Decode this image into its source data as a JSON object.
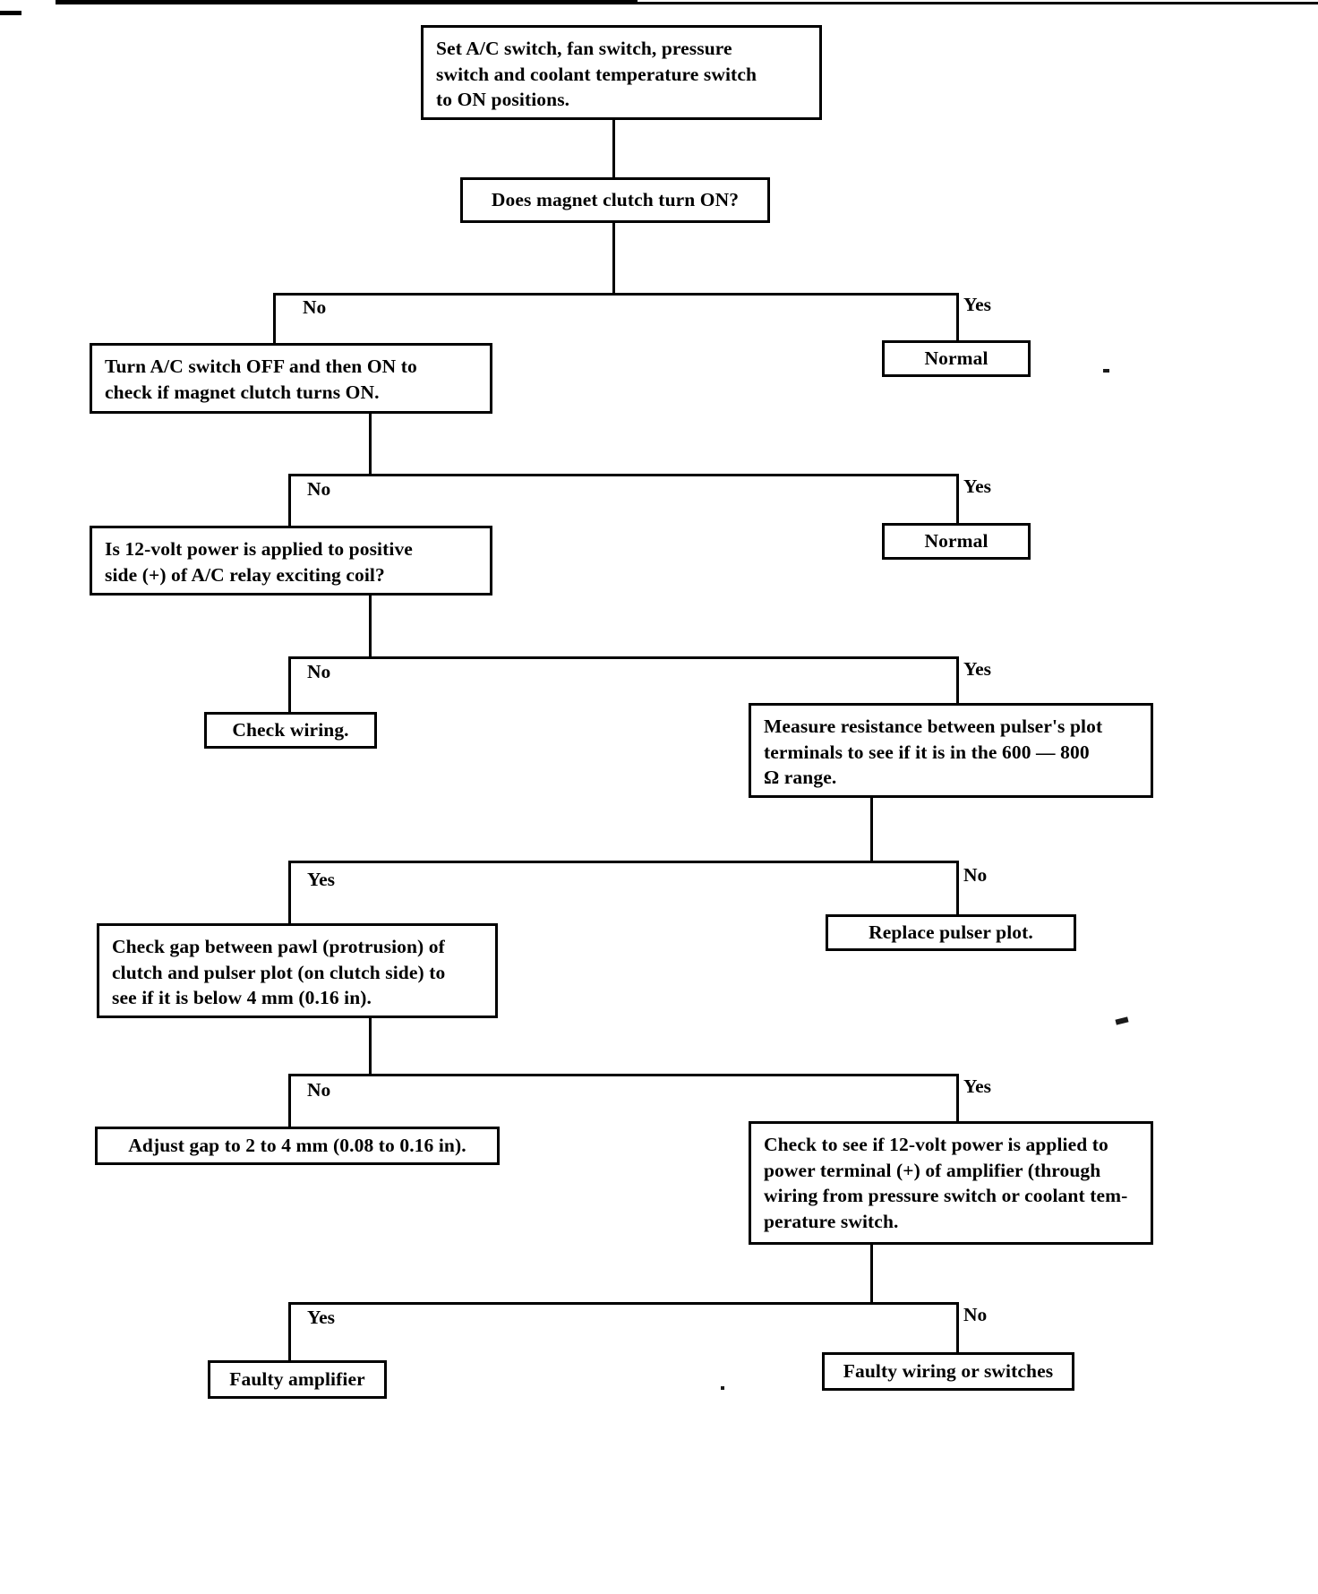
{
  "document": {
    "type": "troubleshooting-flowchart",
    "subject": "A/C magnet clutch diagnosis"
  },
  "nodes": {
    "start": "Set A/C switch, fan switch, pressure\nswitch and coolant temperature switch\nto ON positions.",
    "q_clutch_on": "Does magnet clutch turn ON?",
    "normal_1": "Normal",
    "turn_off_on": "Turn A/C switch OFF and then ON to\ncheck if magnet clutch turns ON.",
    "normal_2": "Normal",
    "q_12v_relay": "Is 12-volt power is applied to positive\nside (+) of A/C relay exciting coil?",
    "check_wiring": "Check wiring.",
    "measure_resistance": "Measure resistance between pulser's plot\nterminals to see if it is in the 600 — 800\nΩ range.",
    "replace_pulser": "Replace pulser plot.",
    "check_gap": "Check gap between pawl (protrusion) of\nclutch and pulser plot (on clutch side) to\nsee if it is below 4 mm (0.16 in).",
    "adjust_gap": "Adjust gap to 2 to 4 mm (0.08 to 0.16 in).",
    "check_amp_power": "Check to see if 12-volt power is applied to\npower terminal (+) of amplifier (through\nwiring from pressure switch or coolant tem-\nperature switch.",
    "faulty_amplifier": "Faulty amplifier",
    "faulty_wiring": "Faulty wiring or switches"
  },
  "branch_labels": {
    "clutch_no": "No",
    "clutch_yes": "Yes",
    "retry_no": "No",
    "retry_yes": "Yes",
    "relay_no": "No",
    "relay_yes": "Yes",
    "resistance_yes": "Yes",
    "resistance_no": "No",
    "gap_no": "No",
    "gap_yes": "Yes",
    "amp_yes": "Yes",
    "amp_no": "No"
  },
  "colors": {
    "ink": "#000000",
    "paper": "#ffffff"
  }
}
